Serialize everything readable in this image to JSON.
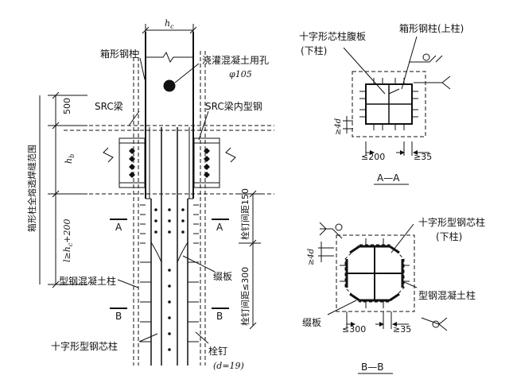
{
  "elevation": {
    "dim_hc": "h",
    "dim_hc_sub": "c",
    "box_column": "箱形钢柱",
    "pour_hole": "浇灌混凝土用孔",
    "pour_hole_dia": "φ105",
    "src_beam": "SRC梁",
    "src_beam_steel": "SRC梁内型钢",
    "dim_500": "500",
    "dim_hb": "h",
    "dim_hb_sub": "b",
    "full_pen_range": "箱形柱全熔透焊缝范围",
    "len_formula": "l≥h",
    "len_formula_sub": "c",
    "len_formula_tail": "+200",
    "stud_spacing_150": "栓钉间距150",
    "stud_spacing_300": "栓钉间距≤300",
    "splice_plate": "缀板",
    "src_column": "型钢混凝土柱",
    "cross_core": "十字形型钢芯柱",
    "stud": "栓钉",
    "stud_d": "(d=19)",
    "sec_a": "A",
    "sec_b": "B"
  },
  "section_aa": {
    "cross_web": "十字形芯柱腹板",
    "lower_col": "(下柱)",
    "box_upper": "箱形钢柱(上柱)",
    "dim_4d": "≥4d",
    "dim_200": "≤200",
    "dim_35": "≥35",
    "title": "A—A"
  },
  "section_bb": {
    "cross_core": "十字形型钢芯柱",
    "lower_col": "(下柱)",
    "dim_4d": "≥4d",
    "src_column": "型钢混凝土柱",
    "splice_plate": "缀板",
    "dim_300": "≤300",
    "dim_35": "≥35",
    "title": "B—B"
  }
}
